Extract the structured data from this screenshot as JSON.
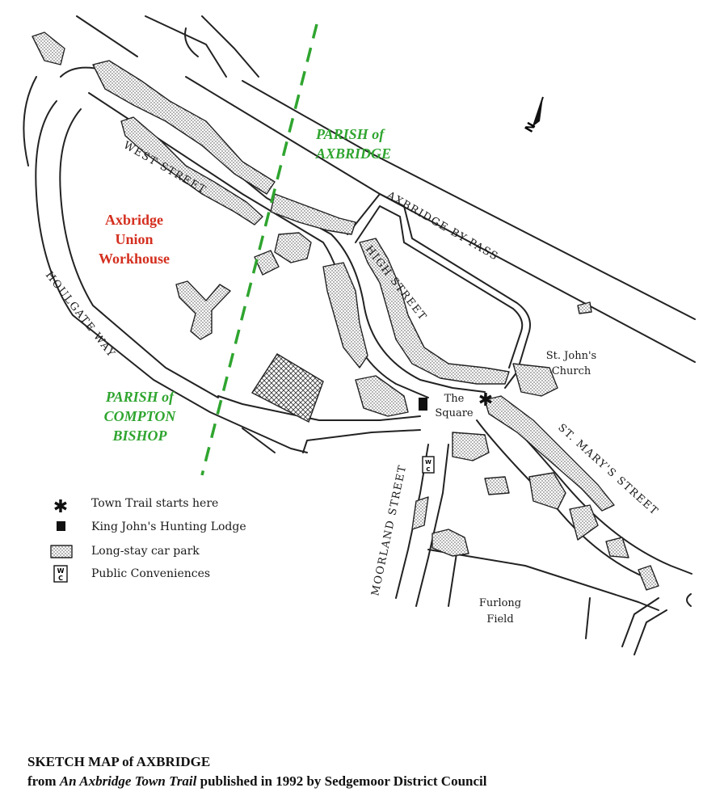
{
  "north_label": "N",
  "streets": {
    "west_street": "WEST STREET",
    "high_street": "HIGH STREET",
    "bypass": "AXBRIDGE BY-PASS",
    "houlgate_way": "HOULGATE WAY",
    "st_marys_street": "ST. MARY'S STREET",
    "moorland_street": "MOORLAND STREET"
  },
  "places": {
    "workhouse": [
      "Axbridge",
      "Union",
      "Workhouse"
    ],
    "parish_axbridge": [
      "PARISH of",
      "AXBRIDGE"
    ],
    "parish_compton": [
      "PARISH of",
      "COMPTON",
      "BISHOP"
    ],
    "church": [
      "St. John's",
      "Church"
    ],
    "square": [
      "The",
      "Square"
    ],
    "furlong": [
      "Furlong",
      "Field"
    ]
  },
  "colors": {
    "red_label": "#d42f1f",
    "green_label": "#2fa52f",
    "boundary": "#2fa52f"
  },
  "legend": [
    {
      "icon": "asterisk-icon",
      "label": "Town Trail starts here"
    },
    {
      "icon": "black-square-icon",
      "label": "King John's Hunting Lodge"
    },
    {
      "icon": "dotted-box-icon",
      "label": "Long-stay car park"
    },
    {
      "icon": "wc-icon",
      "label": "Public Conveniences"
    }
  ],
  "caption": {
    "line1": "SKETCH MAP of AXBRIDGE",
    "line2_prefix": "from ",
    "line2_title": "An Axbridge Town Trail",
    "line2_suffix": " published in 1992 by Sedgemoor District Council"
  }
}
